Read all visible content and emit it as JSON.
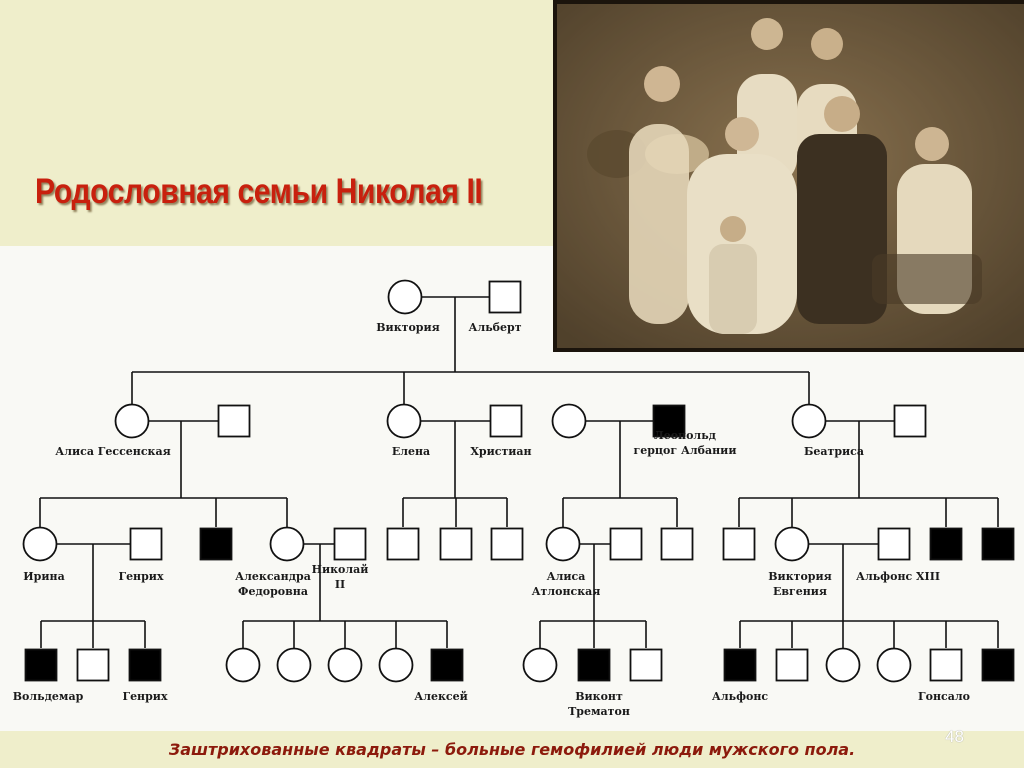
{
  "slide": {
    "title": "Родословная семьи Николая II",
    "footer_note": "Заштрихованные квадраты – больные гемофилией люди мужского пола.",
    "slide_number": "48"
  },
  "colors": {
    "header_band": "#efeecb",
    "title": "#c8200e",
    "footer_note": "#8c1a0c",
    "affected_symbol": "#000000",
    "line": "#111111"
  },
  "legend": {
    "female": "circle",
    "male": "square",
    "affected_male": "filled-square"
  },
  "pedigree": {
    "gen1": [
      {
        "key": "viktoria",
        "sex": "female",
        "affected": false,
        "label": "Виктория"
      },
      {
        "key": "albert",
        "sex": "male",
        "affected": false,
        "label": "Альберт"
      }
    ],
    "gen2": [
      {
        "key": "alisa-gessenskaya",
        "sex": "female",
        "affected": false,
        "label": "Алиса Гессенская"
      },
      {
        "key": "alisa-spouse",
        "sex": "male",
        "affected": false,
        "label": ""
      },
      {
        "key": "elena",
        "sex": "female",
        "affected": false,
        "label": "Елена"
      },
      {
        "key": "khristian",
        "sex": "male",
        "affected": false,
        "label": "Христиан"
      },
      {
        "key": "leopold-spouse",
        "sex": "female",
        "affected": false,
        "label": ""
      },
      {
        "key": "leopold",
        "sex": "male",
        "affected": true,
        "label_lines": [
          "Леопольд",
          "герцог Албании"
        ]
      },
      {
        "key": "beatrisa",
        "sex": "female",
        "affected": false,
        "label": "Беатриса"
      },
      {
        "key": "beatrisa-spouse",
        "sex": "male",
        "affected": false,
        "label": ""
      }
    ],
    "gen3": [
      {
        "key": "irina",
        "sex": "female",
        "affected": false,
        "label": "Ирина"
      },
      {
        "key": "genrikh",
        "sex": "male",
        "affected": false,
        "label": "Генрих"
      },
      {
        "key": "alisa-son-affected",
        "sex": "male",
        "affected": true,
        "label": ""
      },
      {
        "key": "aleksandra",
        "sex": "female",
        "affected": false,
        "label_lines": [
          "Александра",
          "Федоровна"
        ]
      },
      {
        "key": "nikolai",
        "sex": "male",
        "affected": false,
        "label_lines": [
          "Николай",
          "II"
        ]
      },
      {
        "key": "elena-son-1",
        "sex": "male",
        "affected": false,
        "label": ""
      },
      {
        "key": "elena-son-2",
        "sex": "male",
        "affected": false,
        "label": ""
      },
      {
        "key": "elena-son-3",
        "sex": "male",
        "affected": false,
        "label": ""
      },
      {
        "key": "alisa-atlonskaya",
        "sex": "female",
        "affected": false,
        "label_lines": [
          "Алиса",
          "Атлонская"
        ]
      },
      {
        "key": "alisa-atlonskaya-spouse",
        "sex": "male",
        "affected": false,
        "label": ""
      },
      {
        "key": "leopold-son",
        "sex": "male",
        "affected": false,
        "label": ""
      },
      {
        "key": "beatrisa-son-1",
        "sex": "male",
        "affected": false,
        "label": ""
      },
      {
        "key": "viktoria-evgeniya",
        "sex": "female",
        "affected": false,
        "label_lines": [
          "Виктория",
          "Евгения"
        ]
      },
      {
        "key": "alfons-xiii",
        "sex": "male",
        "affected": false,
        "label": "Альфонс XIII"
      },
      {
        "key": "beatrisa-son-2",
        "sex": "male",
        "affected": true,
        "label": ""
      },
      {
        "key": "beatrisa-son-3",
        "sex": "male",
        "affected": true,
        "label": ""
      }
    ],
    "gen4": [
      {
        "key": "voldemar",
        "sex": "male",
        "affected": true,
        "label": "Вольдемар"
      },
      {
        "key": "irina-son-2",
        "sex": "male",
        "affected": false,
        "label": ""
      },
      {
        "key": "genrikh-jr",
        "sex": "male",
        "affected": true,
        "label": "Генрих"
      },
      {
        "key": "daughter-1",
        "sex": "female",
        "affected": false,
        "label": ""
      },
      {
        "key": "daughter-2",
        "sex": "female",
        "affected": false,
        "label": ""
      },
      {
        "key": "daughter-3",
        "sex": "female",
        "affected": false,
        "label": ""
      },
      {
        "key": "daughter-4",
        "sex": "female",
        "affected": false,
        "label": ""
      },
      {
        "key": "aleksei",
        "sex": "male",
        "affected": true,
        "label": "Алексей"
      },
      {
        "key": "atlon-daughter",
        "sex": "female",
        "affected": false,
        "label": ""
      },
      {
        "key": "vikont-trematon",
        "sex": "male",
        "affected": true,
        "label_lines": [
          "Виконт",
          "Трематон"
        ]
      },
      {
        "key": "atlon-son-2",
        "sex": "male",
        "affected": false,
        "label": ""
      },
      {
        "key": "alfons",
        "sex": "male",
        "affected": true,
        "label": "Альфонс"
      },
      {
        "key": "spain-son-2",
        "sex": "male",
        "affected": false,
        "label": ""
      },
      {
        "key": "spain-daughter-1",
        "sex": "female",
        "affected": false,
        "label": ""
      },
      {
        "key": "spain-daughter-2",
        "sex": "female",
        "affected": false,
        "label": ""
      },
      {
        "key": "spain-son-3",
        "sex": "male",
        "affected": false,
        "label": ""
      },
      {
        "key": "gonsalo",
        "sex": "male",
        "affected": true,
        "label": "Гонсало"
      }
    ]
  }
}
